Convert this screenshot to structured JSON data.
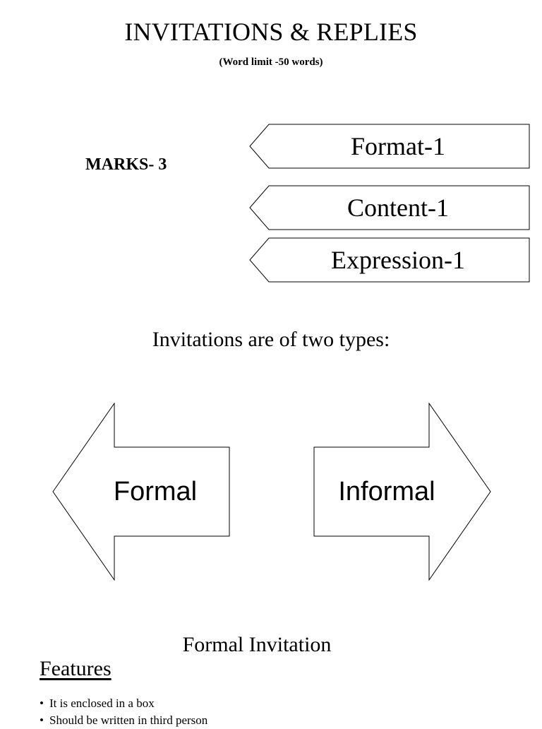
{
  "header": {
    "title": "INVITATIONS & REPLIES",
    "subtitle": "(Word limit -50 words)"
  },
  "marks": {
    "label": "MARKS- 3",
    "breakdown": [
      "Format-1",
      "Content-1",
      "Expression-1"
    ]
  },
  "types": {
    "intro": "Invitations are of two types:",
    "items": [
      "Formal",
      "Informal"
    ]
  },
  "formal_section": {
    "heading": "Formal Invitation",
    "features_heading": "Features",
    "bullets": [
      "It is enclosed in a box",
      "Should be written in third person"
    ]
  }
}
